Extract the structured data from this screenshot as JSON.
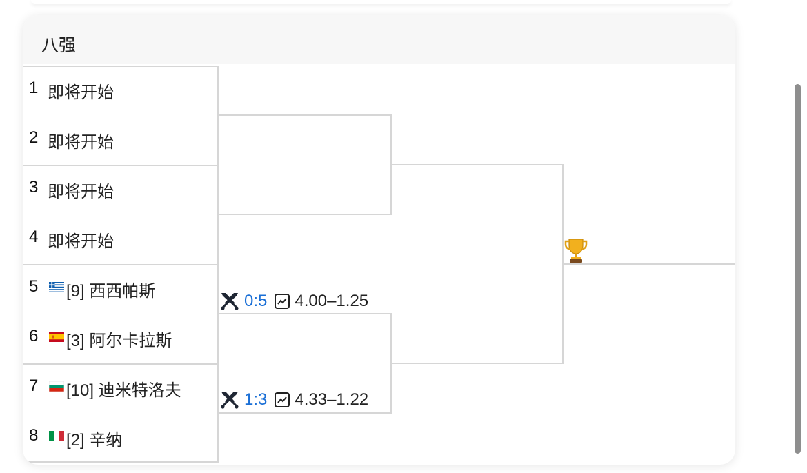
{
  "round_title": "八强",
  "players": [
    {
      "seed": "1",
      "name": "即将开始",
      "flag": null
    },
    {
      "seed": "2",
      "name": "即将开始",
      "flag": null
    },
    {
      "seed": "3",
      "name": "即将开始",
      "flag": null
    },
    {
      "seed": "4",
      "name": "即将开始",
      "flag": null
    },
    {
      "seed": "5",
      "name": "[9] 西西帕斯",
      "flag": "greece-flag-icon"
    },
    {
      "seed": "6",
      "name": "[3] 阿尔卡拉斯",
      "flag": "spain-flag-icon"
    },
    {
      "seed": "7",
      "name": "[10] 迪米特洛夫",
      "flag": "bulgaria-flag-icon"
    },
    {
      "seed": "8",
      "name": "[2] 辛纳",
      "flag": "italy-flag-icon"
    }
  ],
  "matches": [
    {
      "score": "0:5",
      "odds": "4.00–1.25"
    },
    {
      "score": "1:3",
      "odds": "4.33–1.22"
    }
  ],
  "icons": {
    "score_icon": "crossed-swords-icon",
    "odds_icon": "line-chart-icon",
    "champion_icon": "trophy-icon"
  },
  "colors": {
    "score": "#1a6fd6",
    "bracket_line": "#d6d6d6",
    "header_bg": "#f7f7f7"
  }
}
